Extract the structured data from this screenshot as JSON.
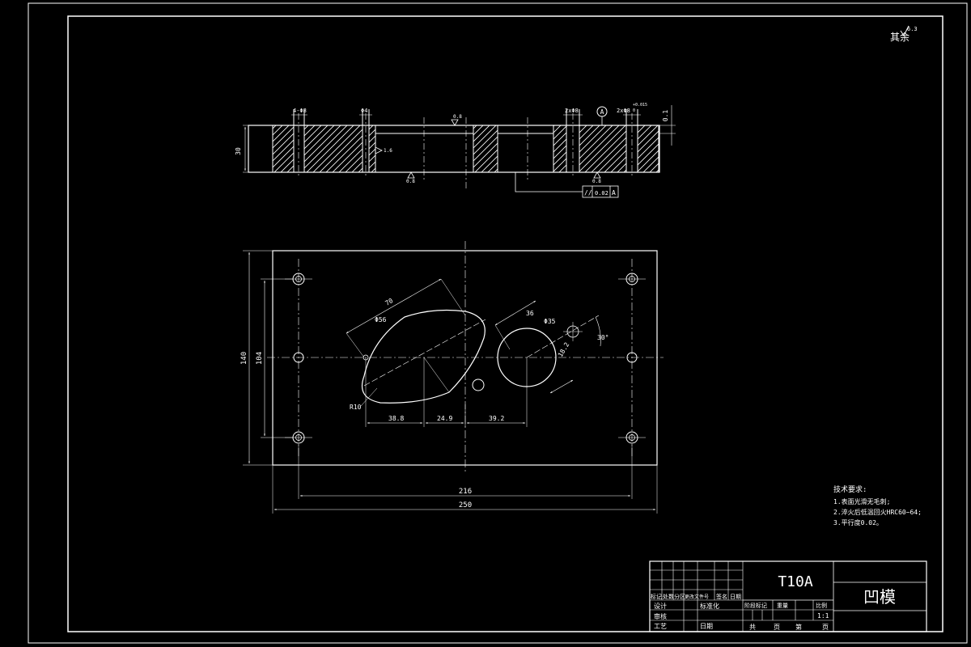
{
  "corner_note": "其余",
  "corner_roughness": "6.3",
  "section_view": {
    "dims": {
      "hole_left_tol": "4-Φ8",
      "hole_mid": "Φ4",
      "hole_right_a": "2xΦ8",
      "hole_right_b": "2xΦ8",
      "tol_upper": "+0.015",
      "tol_lower": "0",
      "thickness": "30",
      "gap_right": "0.1",
      "roughness_top": "0.8",
      "roughness_side": "1.6",
      "roughness_bottom_left": "0.8",
      "roughness_bottom_right": "0.8",
      "datum": "A"
    },
    "feature_control": {
      "symbol": "//",
      "tolerance": "0.02",
      "datum": "A"
    }
  },
  "plan_view": {
    "dims": {
      "width_overall": "250",
      "width_holes": "216",
      "height_overall": "140",
      "height_holes": "104",
      "slot_length": "70",
      "slot_dia": "Φ56",
      "slot_radius": "R10",
      "circle_dia": "Φ35",
      "circle_offset": "36",
      "small_dim": "18.2",
      "angle": "30°",
      "x1": "38.8",
      "x2": "24.9",
      "x3": "39.2"
    }
  },
  "tech_requirements": {
    "title": "技术要求:",
    "items": [
      "1.表面光滑无毛刺;",
      "2.淬火后低温回火HRC60~64;",
      "3.平行度0.02。"
    ]
  },
  "title_block": {
    "material": "T10A",
    "part_name": "凹模",
    "headers_left": [
      "标记",
      "处数",
      "分区",
      "更改文件号",
      "签名",
      "日期"
    ],
    "row_design": [
      "设计",
      "标准化"
    ],
    "row_review": "审核",
    "row_process": [
      "工艺",
      "日期"
    ],
    "stage_headers": [
      "阶段标记",
      "重量",
      "比例"
    ],
    "scale": "1:1",
    "sheet_row": [
      "共",
      "页",
      "第",
      "页"
    ]
  }
}
